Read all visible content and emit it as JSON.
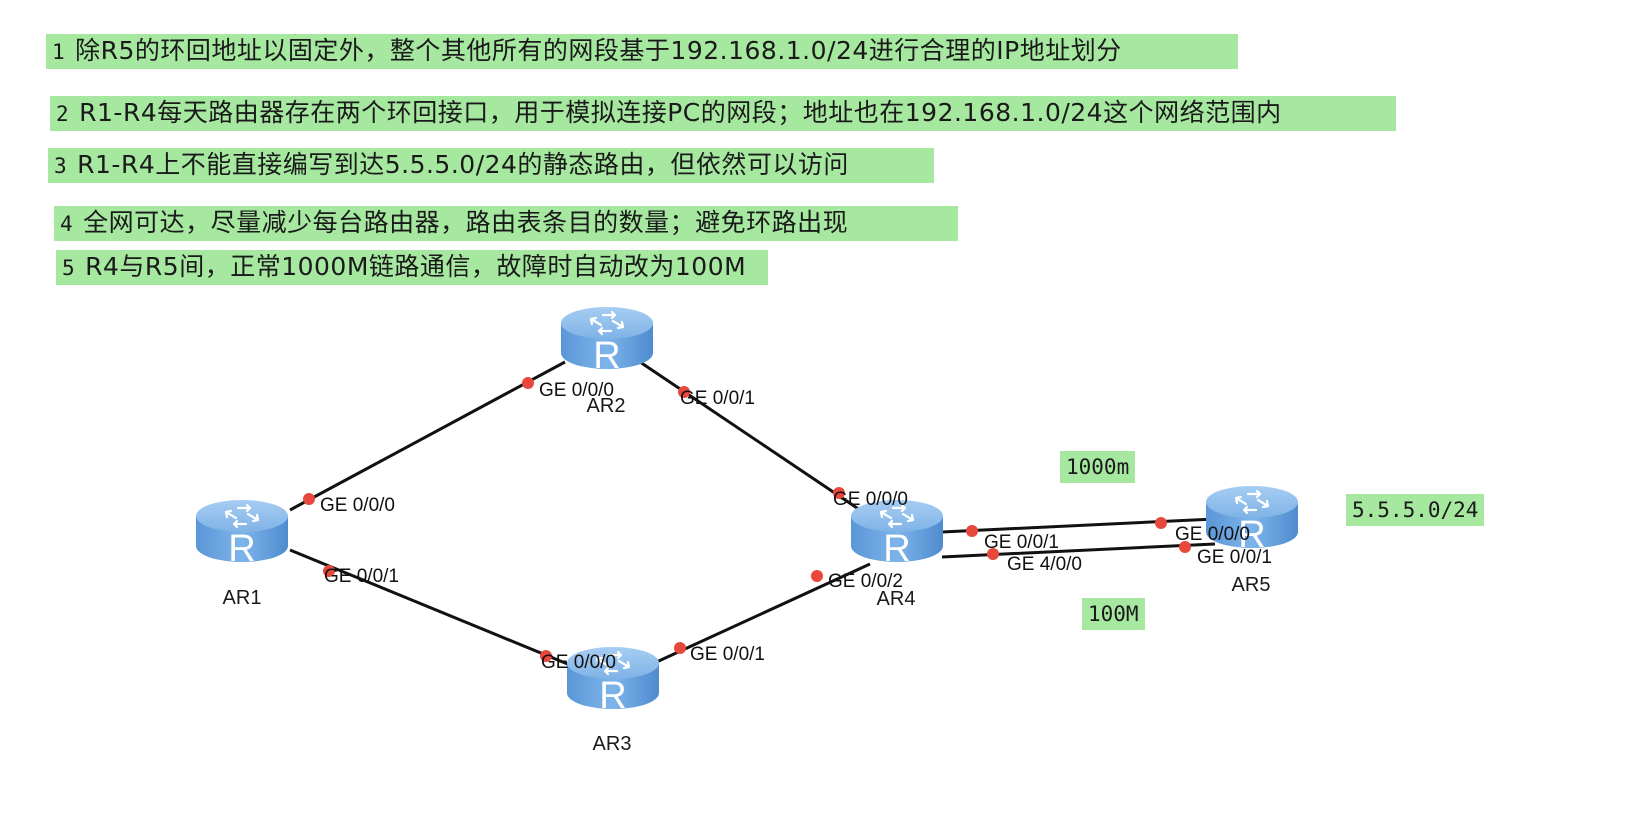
{
  "requirements": [
    {
      "num": "1",
      "text": "除R5的环回地址以固定外，整个其他所有的网段基于192.168.1.0/24进行合理的IP地址划分"
    },
    {
      "num": "2",
      "text": "R1-R4每天路由器存在两个环回接口，用于模拟连接PC的网段；地址也在192.168.1.0/24这个网络范围内"
    },
    {
      "num": "3",
      "text": "R1-R4上不能直接编写到达5.5.5.0/24的静态路由，但依然可以访问"
    },
    {
      "num": "4",
      "text": "全网可达，尽量减少每台路由器，路由表条目的数量；避免环路出现"
    },
    {
      "num": "5",
      "text": "R4与R5间，正常1000M链路通信，故障时自动改为100M"
    }
  ],
  "notes": {
    "link_1000m": "1000m",
    "link_100m": "100M",
    "r5_network": "5.5.5.0/24"
  },
  "routers": [
    {
      "id": "AR1",
      "label": "AR1",
      "icon_letter": "R"
    },
    {
      "id": "AR2",
      "label": "AR2",
      "icon_letter": "R"
    },
    {
      "id": "AR3",
      "label": "AR3",
      "icon_letter": "R"
    },
    {
      "id": "AR4",
      "label": "AR4",
      "icon_letter": "R"
    },
    {
      "id": "AR5",
      "label": "AR5",
      "icon_letter": "R"
    }
  ],
  "links": [
    {
      "from": "AR1",
      "from_port": "GE 0/0/0",
      "to": "AR2",
      "to_port": "GE 0/0/0"
    },
    {
      "from": "AR2",
      "from_port": "GE 0/0/1",
      "to": "AR4",
      "to_port": "GE 0/0/0"
    },
    {
      "from": "AR1",
      "from_port": "GE 0/0/1",
      "to": "AR3",
      "to_port": "GE 0/0/0"
    },
    {
      "from": "AR3",
      "from_port": "GE 0/0/1",
      "to": "AR4",
      "to_port": "GE 0/0/2"
    },
    {
      "from": "AR4",
      "from_port": "GE 0/0/1",
      "to": "AR5",
      "to_port": "GE 0/0/0"
    },
    {
      "from": "AR4",
      "from_port": "GE 4/0/0",
      "to": "AR5",
      "to_port": "GE 0/0/1"
    }
  ],
  "colors": {
    "highlight": "#a6e8a0",
    "router_body": "#6ea8e0",
    "port_dot": "#e8473c",
    "link": "#111111"
  }
}
